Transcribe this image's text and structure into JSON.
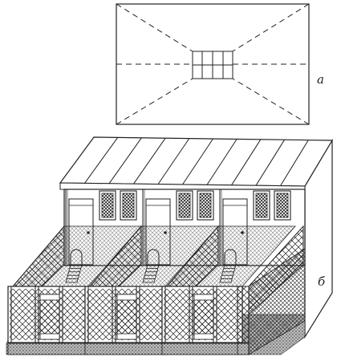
{
  "figure": {
    "label_a": "а",
    "label_b": "б"
  },
  "colors": {
    "ink": "#222222",
    "paper": "#ffffff",
    "ground": "#9a9a9a",
    "window_fill": "#555555"
  },
  "counts": {
    "sections": 3,
    "roof_ribs": 10,
    "window_panes": 2
  }
}
